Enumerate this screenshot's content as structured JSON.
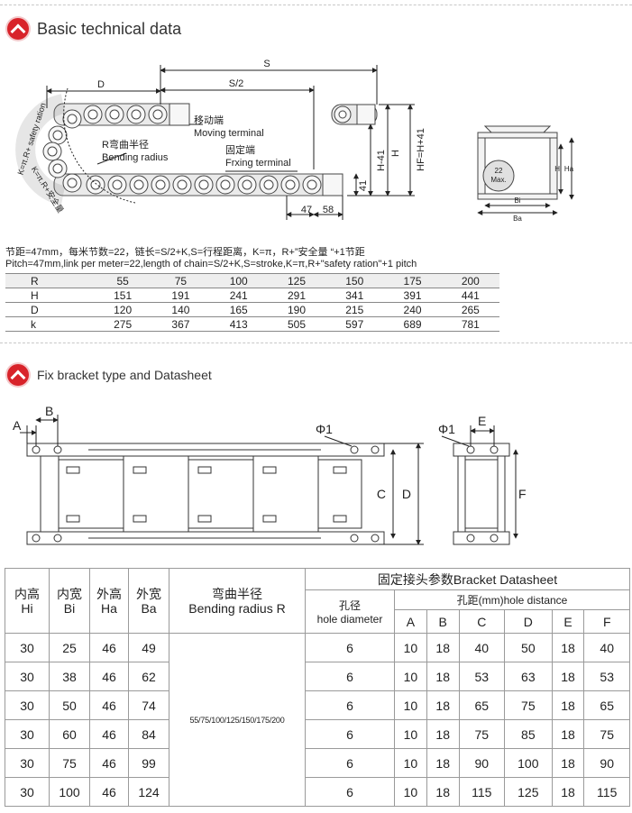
{
  "section1": {
    "title": "Basic technical data"
  },
  "diagram1": {
    "dim_S": "S",
    "dim_S2": "S/2",
    "dim_D": "D",
    "dim_H": "H",
    "dim_H41": "H-41",
    "dim_HF": "HF=H+41",
    "dim_41": "41",
    "dim_47": "47",
    "dim_58": "58",
    "moving_cn": "移动端",
    "moving_en": "Moving terminal",
    "fixed_cn": "固定端",
    "fixed_en": "Frxing terminal",
    "bending_cn": "R弯曲半径",
    "bending_en": "Bending radius",
    "k_label": "K=π.R+ safety ration",
    "k_cn_label": "K=π.R+安全量",
    "max_size": "22",
    "max_label": "Max.",
    "hi_label": "Hi",
    "ha_label": "Ha",
    "bi_label": "Bi",
    "ba_label": "Ba"
  },
  "notes": {
    "line_cn": "节距=47mm，每米节数=22，链长=S/2+K,S=行程距离，K=π，R+”安全量 “+1节距",
    "line_en": "Pitch=47mm,link per meter=22,length of chain=S/2+K,S=stroke,K=π,R+\"safety ration\"+1 pitch"
  },
  "table1": {
    "rows": [
      {
        "label": "R",
        "values": [
          "55",
          "75",
          "100",
          "125",
          "150",
          "175",
          "200"
        ]
      },
      {
        "label": "H",
        "values": [
          "151",
          "191",
          "241",
          "291",
          "341",
          "391",
          "441"
        ]
      },
      {
        "label": "D",
        "values": [
          "120",
          "140",
          "165",
          "190",
          "215",
          "240",
          "265"
        ]
      },
      {
        "label": "k",
        "values": [
          "275",
          "367",
          "413",
          "505",
          "597",
          "689",
          "781"
        ]
      }
    ]
  },
  "section2": {
    "title": "Fix bracket type and Datasheet"
  },
  "diagram2": {
    "A": "A",
    "B": "B",
    "C": "C",
    "D": "D",
    "E": "E",
    "F": "F",
    "phi1": "Φ1",
    "phi1b": "Φ1"
  },
  "table2": {
    "h_hi_cn": "内高",
    "h_hi": "Hi",
    "h_bi_cn": "内宽",
    "h_bi": "Bi",
    "h_ha_cn": "外高",
    "h_ha": "Ha",
    "h_ba_cn": "外宽",
    "h_ba": "Ba",
    "h_r_cn": "弯曲半径",
    "h_r": "Bending radius R",
    "h_bracket": "固定接头参数Bracket Datasheet",
    "h_hole_cn": "孔径",
    "h_hole": "hole diameter",
    "h_dist": "孔距(mm)hole distance",
    "cols": [
      "A",
      "B",
      "C",
      "D",
      "E",
      "F"
    ],
    "radius_all": "55/75/100/125/150/175/200",
    "rows": [
      {
        "hi": "30",
        "bi": "25",
        "ha": "46",
        "ba": "49",
        "hole": "6",
        "A": "10",
        "B": "18",
        "C": "40",
        "D": "50",
        "E": "18",
        "F": "40"
      },
      {
        "hi": "30",
        "bi": "38",
        "ha": "46",
        "ba": "62",
        "hole": "6",
        "A": "10",
        "B": "18",
        "C": "53",
        "D": "63",
        "E": "18",
        "F": "53"
      },
      {
        "hi": "30",
        "bi": "50",
        "ha": "46",
        "ba": "74",
        "hole": "6",
        "A": "10",
        "B": "18",
        "C": "65",
        "D": "75",
        "E": "18",
        "F": "65"
      },
      {
        "hi": "30",
        "bi": "60",
        "ha": "46",
        "ba": "84",
        "hole": "6",
        "A": "10",
        "B": "18",
        "C": "75",
        "D": "85",
        "E": "18",
        "F": "75"
      },
      {
        "hi": "30",
        "bi": "75",
        "ha": "46",
        "ba": "99",
        "hole": "6",
        "A": "10",
        "B": "18",
        "C": "90",
        "D": "100",
        "E": "18",
        "F": "90"
      },
      {
        "hi": "30",
        "bi": "100",
        "ha": "46",
        "ba": "124",
        "hole": "6",
        "A": "10",
        "B": "18",
        "C": "115",
        "D": "125",
        "E": "18",
        "F": "115"
      }
    ]
  },
  "colors": {
    "accent": "#d8232a"
  }
}
